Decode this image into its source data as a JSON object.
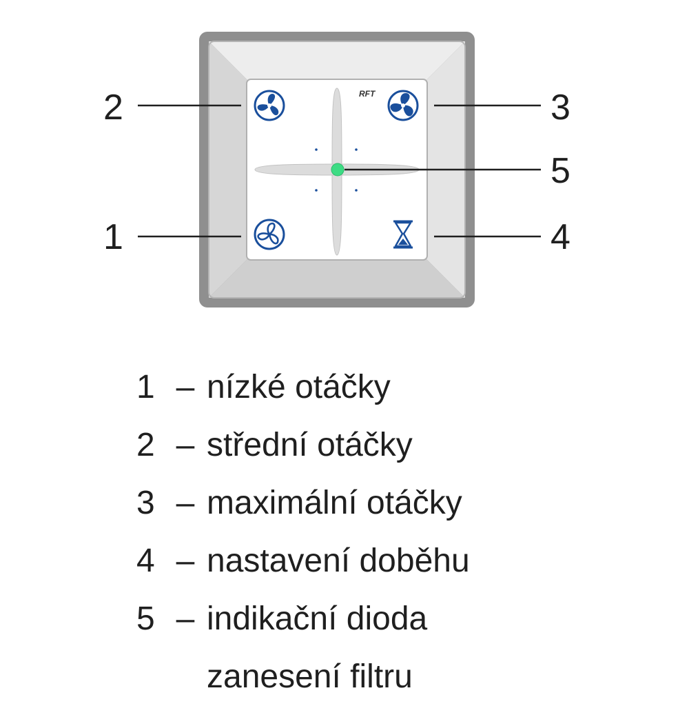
{
  "device": {
    "brand_mark": "RFT",
    "colors": {
      "frame_outer": "#8f8f8f",
      "frame_face": "#d9d9d9",
      "panel": "#ffffff",
      "icon_blue": "#1a4f9c",
      "led_green": "#3ddc84"
    },
    "buttons": [
      {
        "number": "1",
        "icon": "fan-low-icon"
      },
      {
        "number": "2",
        "icon": "fan-medium-icon"
      },
      {
        "number": "3",
        "icon": "fan-max-icon"
      },
      {
        "number": "4",
        "icon": "hourglass-icon"
      }
    ]
  },
  "callouts": {
    "c1": "1",
    "c2": "2",
    "c3": "3",
    "c4": "4",
    "c5": "5"
  },
  "legend": {
    "dash": "–",
    "items": [
      {
        "num": "1",
        "text": "nízké otáčky"
      },
      {
        "num": "2",
        "text": "střední otáčky"
      },
      {
        "num": "3",
        "text": "maximální otáčky"
      },
      {
        "num": "4",
        "text": "nastavení doběhu"
      },
      {
        "num": "5",
        "text": "indikační dioda"
      }
    ],
    "continuation": "zanesení filtru"
  }
}
